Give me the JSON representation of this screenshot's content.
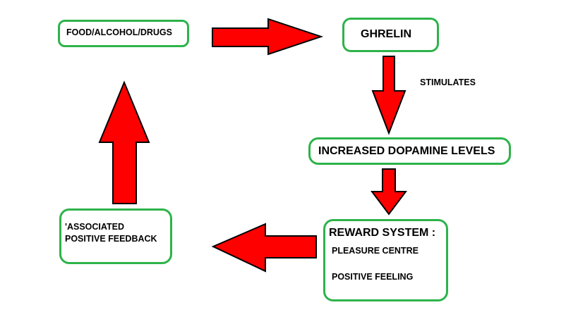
{
  "diagram": {
    "nodes": {
      "food": "FOOD/ALCOHOL/DRUGS",
      "ghrelin": "GHRELIN",
      "dopamine": "INCREASED DOPAMINE LEVELS",
      "reward_title": "REWARD SYSTEM :",
      "reward_line1": "PLEASURE CENTRE",
      "reward_line2": "POSITIVE FEELING",
      "assoc_line1": "'ASSOCIATED",
      "assoc_line2": "POSITIVE FEEDBACK"
    },
    "edge_labels": {
      "ghrelin_to_dopamine": "STIMULATES"
    },
    "colors": {
      "arrow_fill": "#ff0000",
      "arrow_stroke": "#000000",
      "node_border": "#2db34a"
    }
  }
}
